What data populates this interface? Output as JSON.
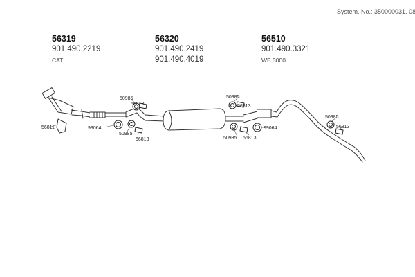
{
  "header": {
    "system_number": "System. No.: 350000031. 08"
  },
  "groups": [
    {
      "code": "56319",
      "numbers": [
        "901.490.2219"
      ],
      "note": "CAT"
    },
    {
      "code": "56320",
      "numbers": [
        "901.490.2419",
        "901.490.4019"
      ],
      "note": ""
    },
    {
      "code": "56510",
      "numbers": [
        "901.490.3321"
      ],
      "note": "WB 3000"
    }
  ],
  "parts": {
    "front_clamp_a": "50985",
    "front_bracket_a": "56813",
    "front_clamp_b": "99064",
    "front_clamp_c": "50985",
    "front_bracket_b": "56813",
    "cat_mount": "56811",
    "mid_clamp_a": "50985",
    "mid_bracket_a": "56813",
    "mid_clamp_b": "50985",
    "mid_bracket_b": "56813",
    "mid_clamp_c": "99064",
    "rear_clamp": "50985",
    "rear_bracket": "56813"
  }
}
